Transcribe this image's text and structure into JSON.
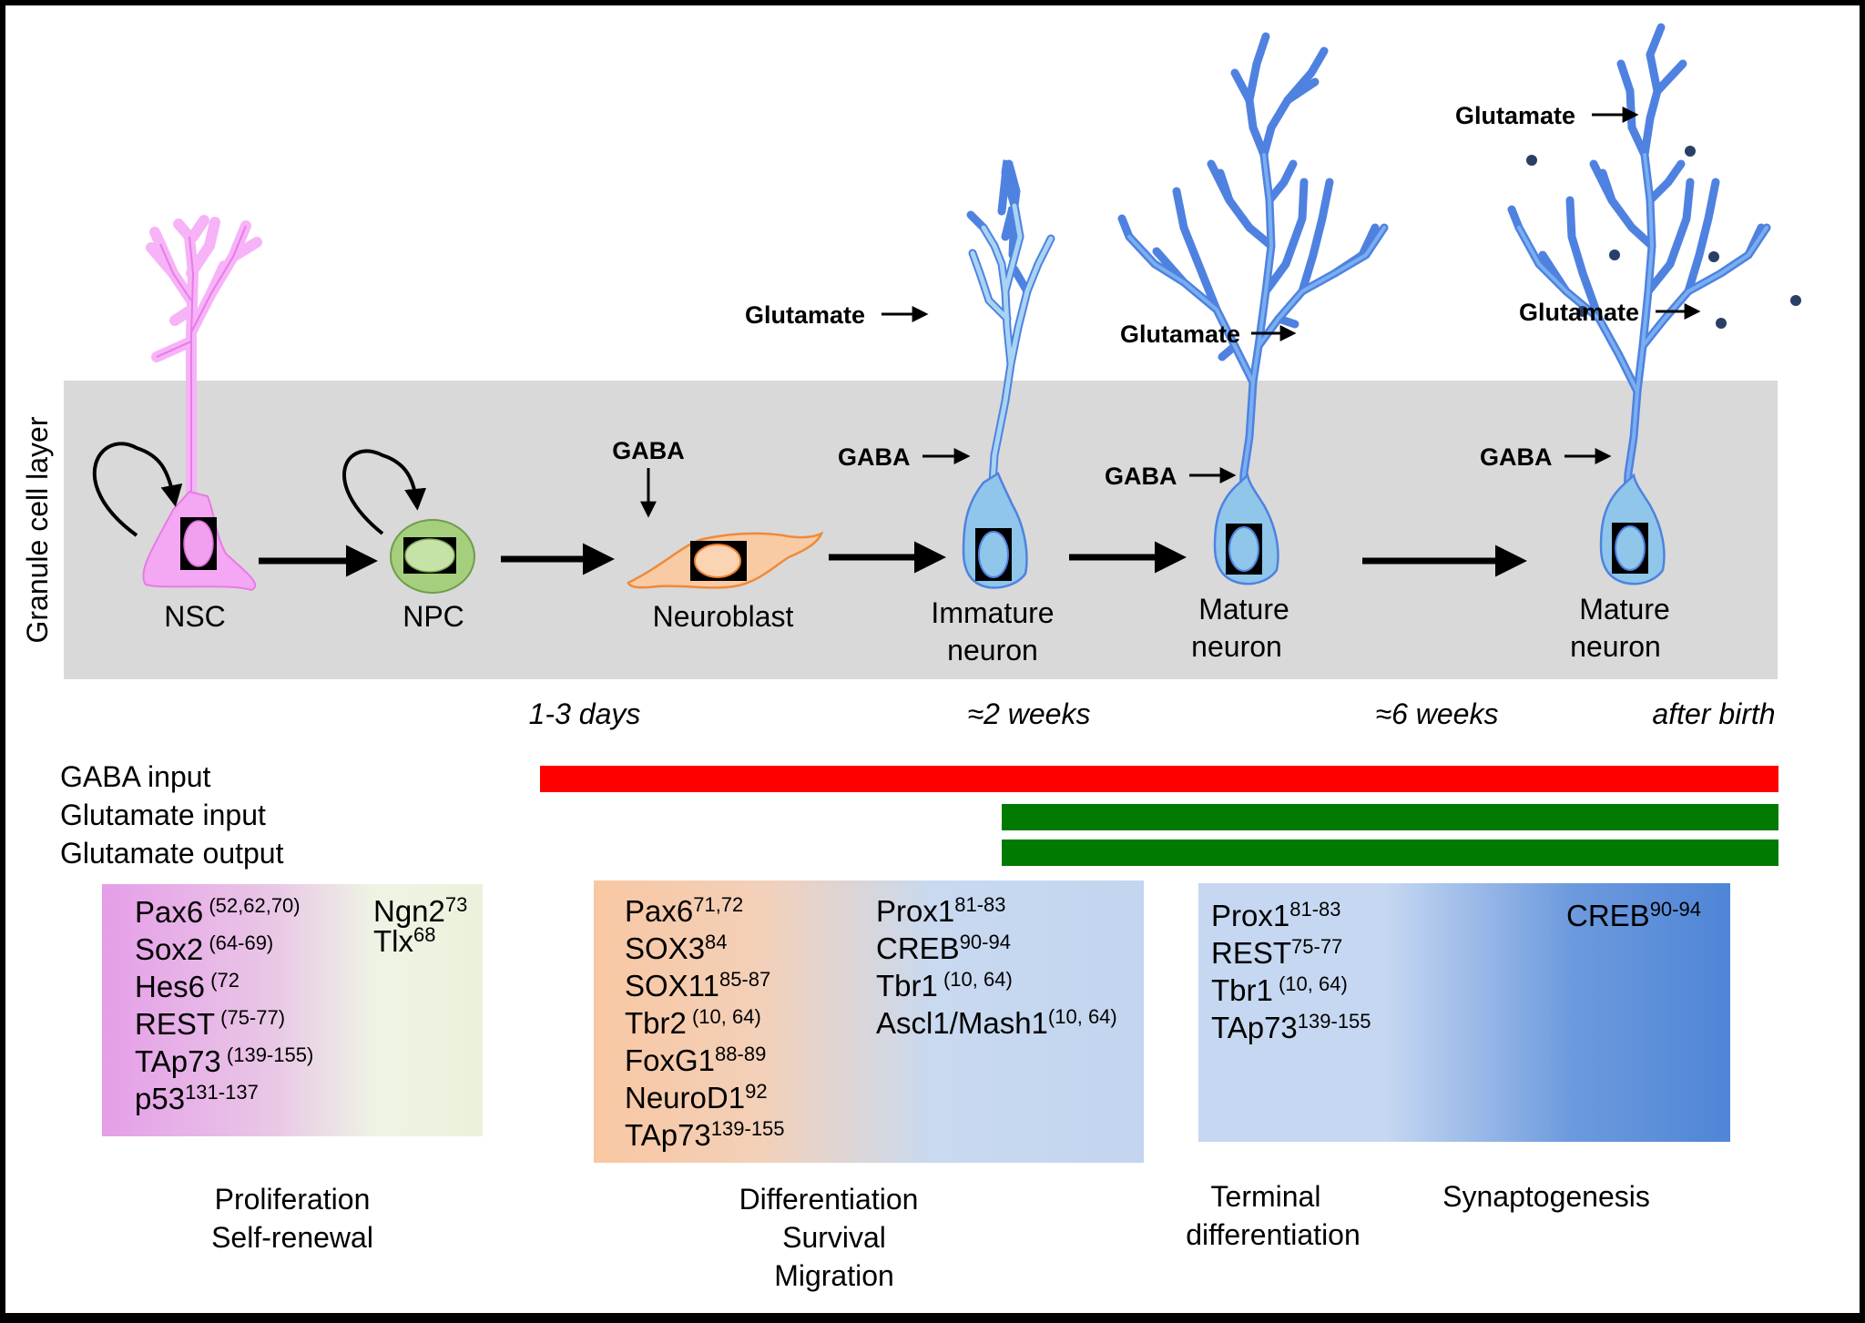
{
  "granule_layer_label": "Granule cell layer",
  "colors": {
    "gaba_bar": "#ff0000",
    "glutamate_bar": "#007a00",
    "nsc": "#f09ef0",
    "npc": "#a6cf7d",
    "neuroblast": "#f6c39a",
    "neuron": "#7fc3e8",
    "dendrite": "#4f82e0"
  },
  "cells": {
    "nsc": "NSC",
    "npc": "NPC",
    "neuroblast": "Neuroblast",
    "immature_1": "Immature",
    "immature_2": "neuron",
    "mature_a1": "Mature",
    "mature_a2": "neuron",
    "mature_b1": "Mature",
    "mature_b2": "neuron"
  },
  "inputs": {
    "gaba": "GABA",
    "glutamate": "Glutamate"
  },
  "times": [
    "1-3 days",
    "≈2 weeks",
    "≈6 weeks",
    "after birth"
  ],
  "bars": {
    "gaba_input": "GABA input",
    "glut_input": "Glutamate input",
    "glut_output": "Glutamate output"
  },
  "factors": {
    "prolif_a": [
      {
        "n": "Pax6",
        "r": " (52,62,70)"
      },
      {
        "n": "Sox2",
        "r": " (64-69)"
      },
      {
        "n": "Hes6",
        "r": " (72"
      },
      {
        "n": "REST",
        "r": " (75-77)"
      },
      {
        "n": "TAp73",
        "r": " (139-155)"
      },
      {
        "n": "p53",
        "r": "131-137"
      }
    ],
    "prolif_b": [
      {
        "n": "Ngn2",
        "r": "73"
      },
      {
        "n": "Tlx",
        "r": "68"
      }
    ],
    "diff_a": [
      {
        "n": "Pax6",
        "r": "71,72"
      },
      {
        "n": "SOX3",
        "r": "84"
      },
      {
        "n": "SOX11",
        "r": "85-87"
      },
      {
        "n": "Tbr2",
        "r": " (10, 64)"
      },
      {
        "n": "FoxG1",
        "r": "88-89"
      },
      {
        "n": "NeuroD1",
        "r": "92"
      },
      {
        "n": "TAp73",
        "r": "139-155"
      }
    ],
    "diff_b": [
      {
        "n": "Prox1",
        "r": "81-83"
      },
      {
        "n": "CREB",
        "r": "90-94"
      },
      {
        "n": "Tbr1",
        "r": " (10, 64)"
      },
      {
        "n": "Ascl1/Mash1",
        "r": "(10, 64)"
      }
    ],
    "term_a": [
      {
        "n": "Prox1",
        "r": "81-83"
      },
      {
        "n": "REST",
        "r": "75-77"
      },
      {
        "n": "Tbr1",
        "r": " (10, 64)"
      },
      {
        "n": "TAp73",
        "r": "139-155"
      }
    ],
    "term_b": [
      {
        "n": "CREB",
        "r": "90-94"
      }
    ]
  },
  "processes": {
    "prolif_1": "Proliferation",
    "prolif_2": "Self-renewal",
    "diff_1": "Differentiation",
    "diff_2": "Survival",
    "diff_3": "Migration",
    "term_1": "Terminal",
    "term_2": "differentiation",
    "synapto": "Synaptogenesis"
  }
}
